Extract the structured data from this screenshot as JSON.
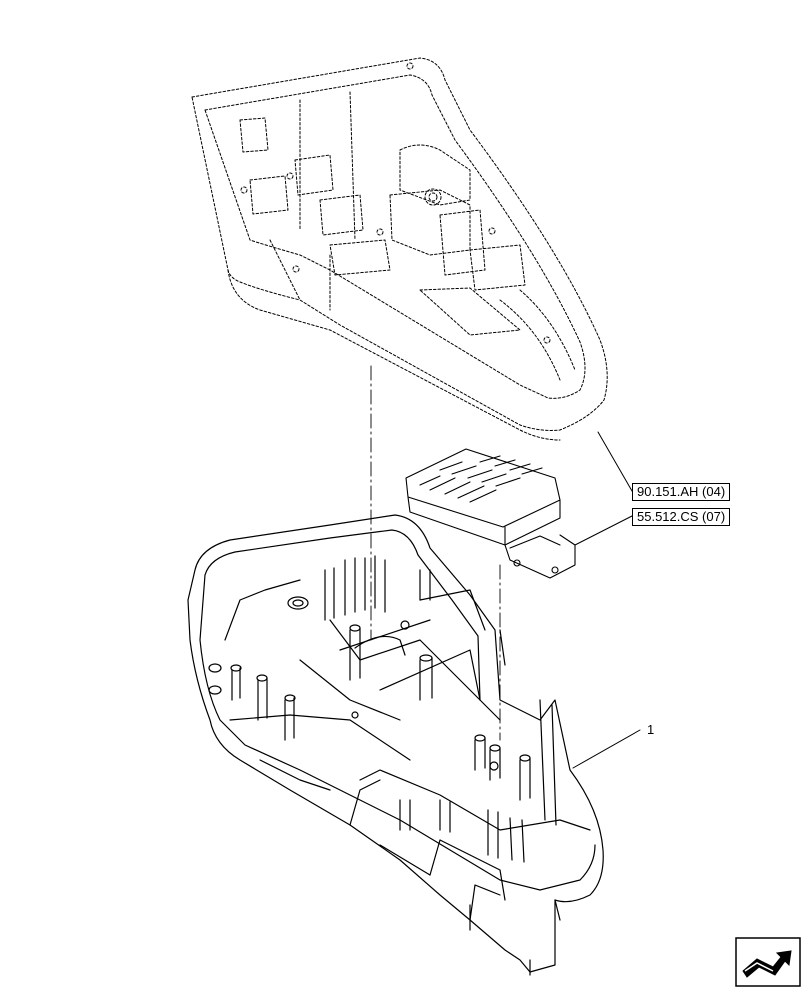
{
  "references": [
    {
      "label": "90.151.AH (04)"
    },
    {
      "label": "55.512.CS (07)"
    }
  ],
  "callouts": [
    {
      "label": "1"
    }
  ],
  "icons": {
    "navigation": "next-page-arrow-icon"
  },
  "colors": {
    "line": "#000000",
    "background": "#ffffff"
  }
}
